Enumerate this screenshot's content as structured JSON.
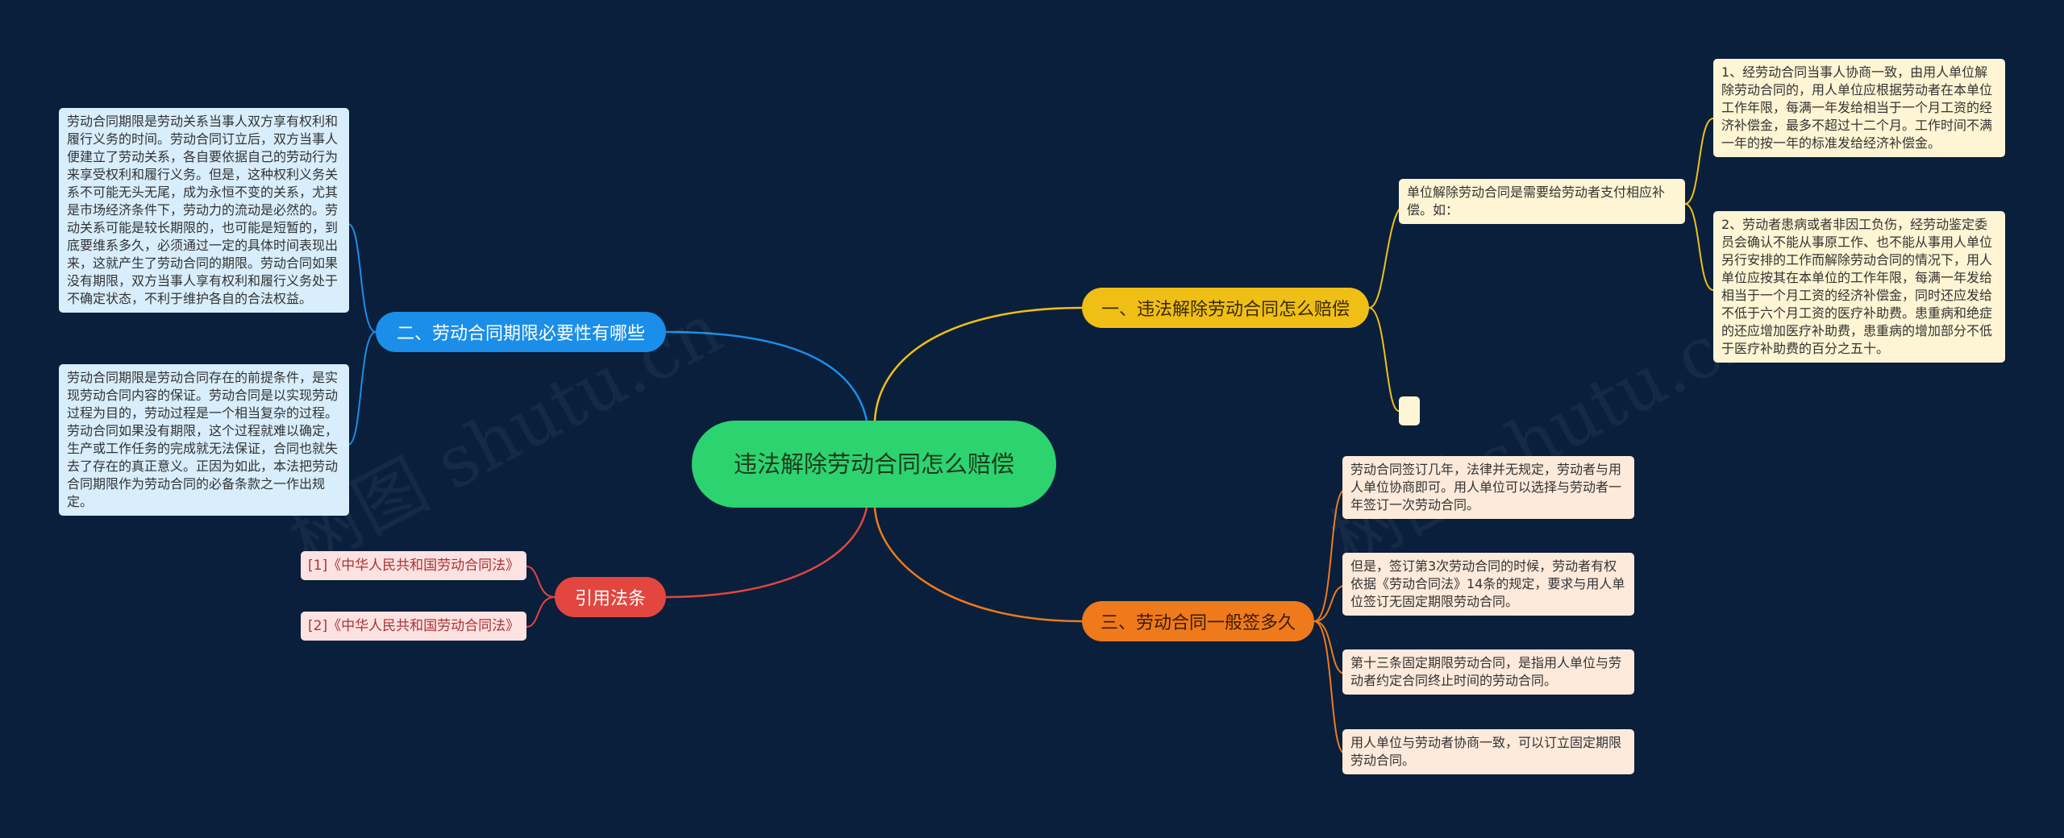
{
  "center": {
    "label": "违法解除劳动合同怎么赔偿"
  },
  "branches": [
    {
      "label": "一、违法解除劳动合同怎么赔偿",
      "color": "#f0bf16",
      "sub": {
        "label": "单位解除劳动合同是需要给劳动者支付相应补偿。如：",
        "items": [
          "1、经劳动合同当事人协商一致，由用人单位解除劳动合同的，用人单位应根据劳动者在本单位工作年限，每满一年发给相当于一个月工资的经济补偿金，最多不超过十二个月。工作时间不满一年的按一年的标准发给经济补偿金。",
          "2、劳动者患病或者非因工负伤，经劳动鉴定委员会确认不能从事原工作、也不能从事用人单位另行安排的工作而解除劳动合同的情况下，用人单位应按其在本单位的工作年限，每满一年发给相当于一个月工资的经济补偿金，同时还应发给不低于六个月工资的医疗补助费。患重病和绝症的还应增加医疗补助费，患重病的增加部分不低于医疗补助费的百分之五十。"
        ]
      },
      "empty": ""
    },
    {
      "label": "二、劳动合同期限必要性有哪些",
      "color": "#1a8ee8",
      "items": [
        "劳动合同期限是劳动关系当事人双方享有权利和履行义务的时间。劳动合同订立后，双方当事人便建立了劳动关系，各自要依据自己的劳动行为来享受权利和履行义务。但是，这种权利义务关系不可能无头无尾，成为永恒不变的关系，尤其是市场经济条件下，劳动力的流动是必然的。劳动关系可能是较长期限的，也可能是短暂的，到底要维系多久，必须通过一定的具体时间表现出来，这就产生了劳动合同的期限。劳动合同如果没有期限，双方当事人享有权利和履行义务处于不确定状态，不利于维护各自的合法权益。",
        "劳动合同期限是劳动合同存在的前提条件，是实现劳动合同内容的保证。劳动合同是以实现劳动过程为目的，劳动过程是一个相当复杂的过程。劳动合同如果没有期限，这个过程就难以确定，生产或工作任务的完成就无法保证，合同也就失去了存在的真正意义。正因为如此，本法把劳动合同期限作为劳动合同的必备条款之一作出规定。"
      ]
    },
    {
      "label": "三、劳动合同一般签多久",
      "color": "#ef7a1c",
      "items": [
        "劳动合同签订几年，法律并无规定，劳动者与用人单位协商即可。用人单位可以选择与劳动者一年签订一次劳动合同。",
        "但是，签订第3次劳动合同的时候，劳动者有权依据《劳动合同法》14条的规定，要求与用人单位签订无固定期限劳动合同。",
        "第十三条固定期限劳动合同，是指用人单位与劳动者约定合同终止时间的劳动合同。",
        "用人单位与劳动者协商一致，可以订立固定期限劳动合同。"
      ]
    },
    {
      "label": "引用法条",
      "color": "#e2463f",
      "items": [
        "[1]《中华人民共和国劳动合同法》",
        "[2]《中华人民共和国劳动合同法》"
      ]
    }
  ],
  "watermarks": [
    "树图 shutu.cn",
    "树图 shutu.cn"
  ]
}
